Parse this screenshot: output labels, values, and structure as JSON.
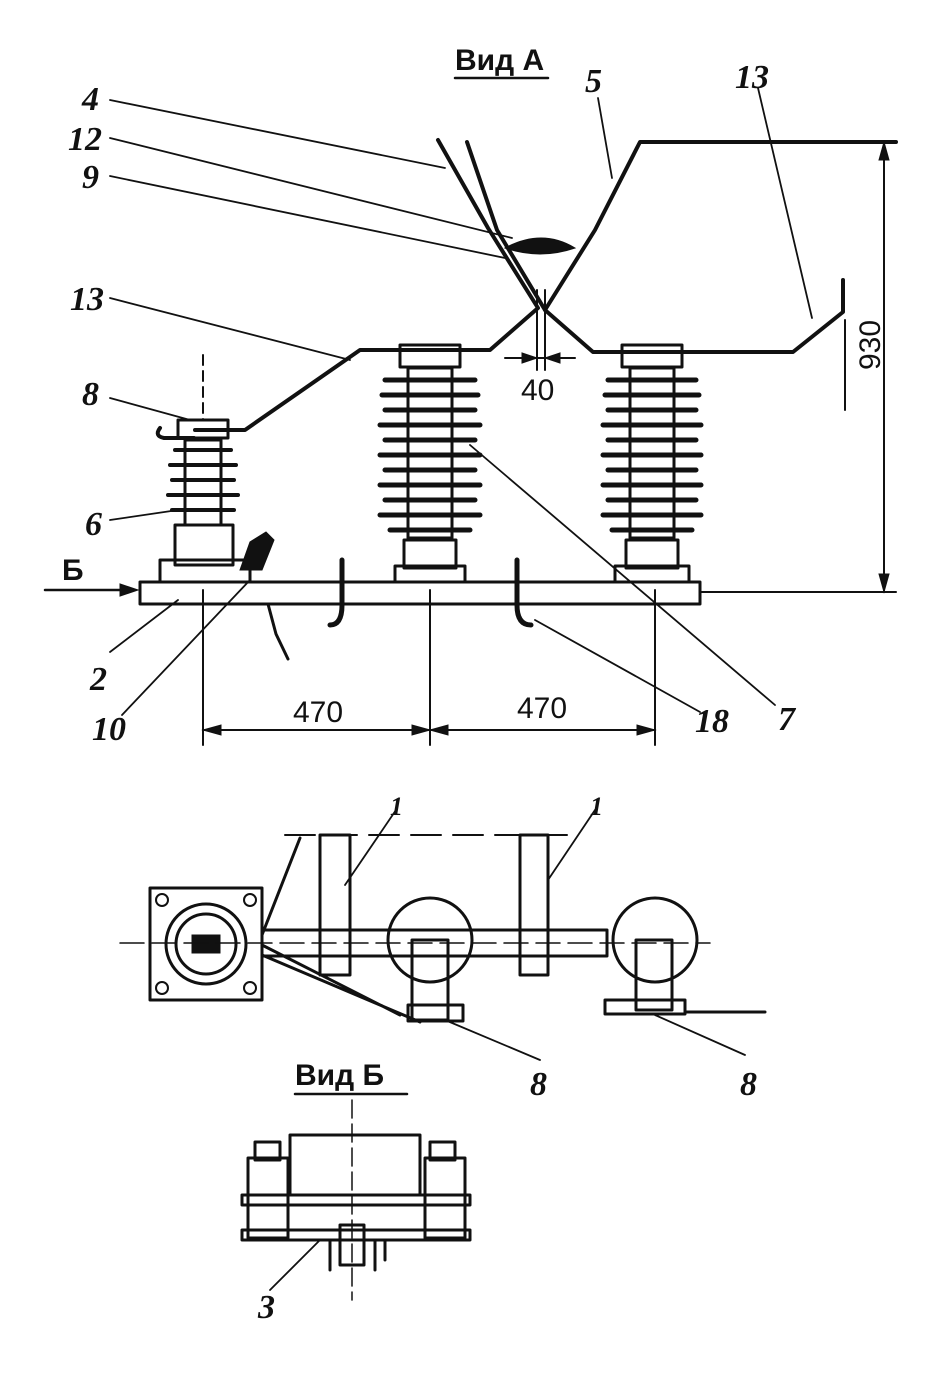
{
  "titles": {
    "view_a": "Вид А",
    "view_b": "Вид Б"
  },
  "dimensions": {
    "height": "930",
    "gap": "40",
    "span_left": "470",
    "span_right": "470"
  },
  "arrow_label": "Б",
  "view_a_labels": {
    "l4": "4",
    "l12": "12",
    "l9": "9",
    "l5": "5",
    "l13_top": "13",
    "l13_left": "13",
    "l8": "8",
    "l6": "6",
    "l2": "2",
    "l10": "10",
    "l18": "18",
    "l7": "7"
  },
  "plan_labels": {
    "l1_left": "1",
    "l1_right": "1",
    "l8_left": "8",
    "l8_right": "8"
  },
  "view_b_labels": {
    "l3": "3"
  },
  "colors": {
    "ink": "#111111",
    "background": "#ffffff"
  }
}
